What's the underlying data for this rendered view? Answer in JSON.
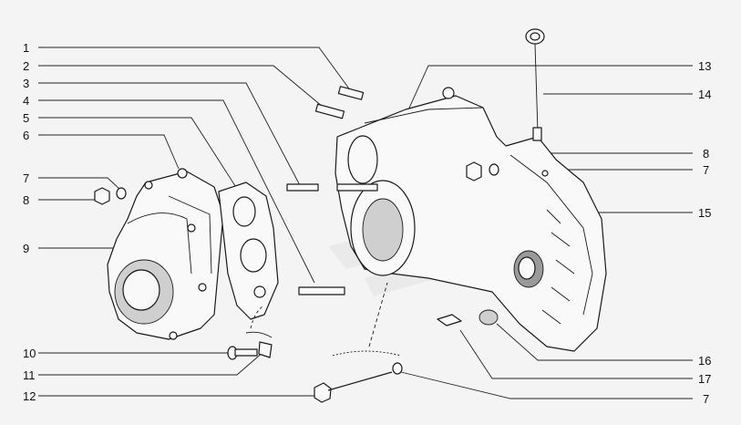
{
  "callouts": {
    "left": [
      "1",
      "2",
      "3",
      "4",
      "5",
      "6",
      "7",
      "8",
      "9",
      "10",
      "11",
      "12"
    ],
    "right": [
      "13",
      "14",
      "8",
      "7",
      "15",
      "16",
      "17",
      "7"
    ]
  },
  "icons": {
    "watermark": "watermark-logo-icon"
  },
  "colors": {
    "background": "#f4f4f4",
    "line": "#1a1a1a",
    "shade": "#cfcfcf",
    "watermark": "#e2e2e2"
  }
}
